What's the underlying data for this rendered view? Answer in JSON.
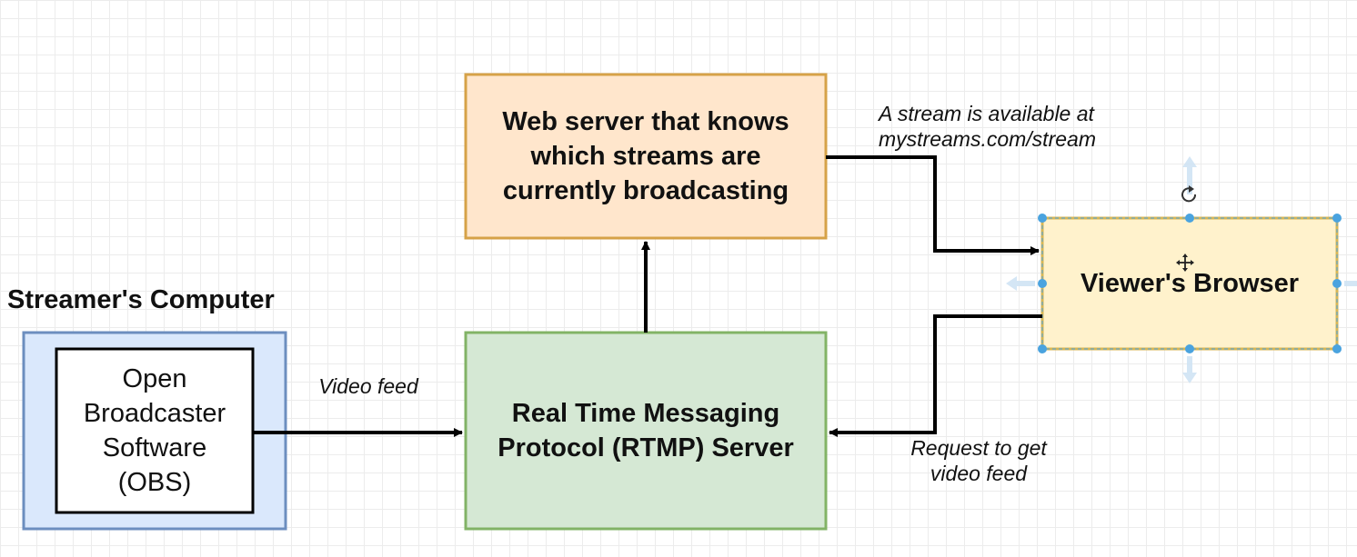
{
  "colors": {
    "web_server_fill": "#ffe6cc",
    "web_server_stroke": "#d6a248",
    "rtmp_fill": "#d5e8d4",
    "rtmp_stroke": "#82b366",
    "computer_fill": "#dae8fc",
    "computer_stroke": "#6c8ebf",
    "browser_fill": "#fff2cc",
    "browser_stroke": "#d6b656",
    "selection_handle": "#4aa3df",
    "edge": "#000000"
  },
  "nodes": {
    "computer_group_label": "Streamer's Computer",
    "obs": "Open Broadcaster Software (OBS)",
    "rtmp": "Real Time Messaging Protocol (RTMP) Server",
    "web_server": "Web server that knows which streams are currently broadcasting",
    "browser": "Viewer's Browser"
  },
  "edges": {
    "obs_to_rtmp": "Video feed",
    "web_to_browser": "A stream is available at mystreams.com/stream",
    "browser_to_rtmp": "Request to get video feed"
  },
  "selection": {
    "selected_node": "browser",
    "icons": [
      "rotate-icon",
      "move-cursor-icon"
    ]
  }
}
